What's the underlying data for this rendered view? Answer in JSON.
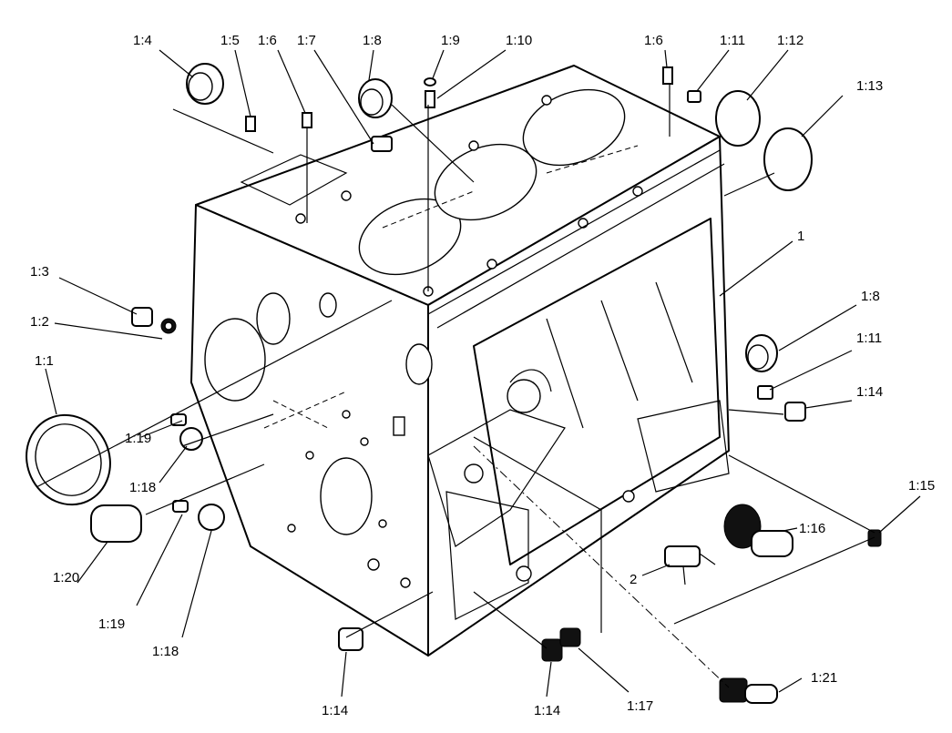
{
  "labels": {
    "l_1_4": "1:4",
    "l_1_5": "1:5",
    "l_1_6a": "1:6",
    "l_1_7": "1:7",
    "l_1_8a": "1:8",
    "l_1_9": "1:9",
    "l_1_10": "1:10",
    "l_1_6b": "1:6",
    "l_1_11a": "1:11",
    "l_1_12": "1:12",
    "l_1_13": "1:13",
    "l_1": "1",
    "l_1_8b": "1:8",
    "l_1_11b": "1:11",
    "l_1_14a": "1:14",
    "l_1_3": "1:3",
    "l_1_2": "1:2",
    "l_1_1": "1:1",
    "l_1_19a": "1:19",
    "l_1_18a": "1:18",
    "l_1_15": "1:15",
    "l_1_16": "1:16",
    "l_2": "2",
    "l_1_20": "1:20",
    "l_1_19b": "1:19",
    "l_1_18b": "1:18",
    "l_1_14b": "1:14",
    "l_1_14c": "1:14",
    "l_1_17": "1:17",
    "l_1_21": "1:21"
  }
}
